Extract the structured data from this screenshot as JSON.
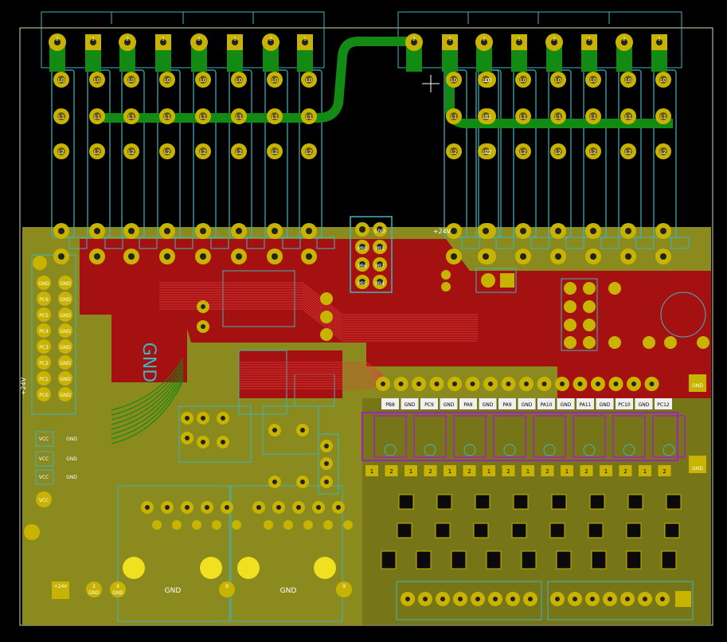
{
  "app": {
    "title": "PCB layout canvas"
  },
  "colors": {
    "background": "#000000",
    "board_edge": "#d8d8b0",
    "copper_fill": "#8a8a1e",
    "copper_front": "#b01212",
    "copper_back": "#138a13",
    "silkscreen": "#3fb6c0",
    "pad_ring": "#c8b400",
    "purple": "#a020c0",
    "yellow_text": "#f0f040"
  },
  "net_labels": {
    "gnd": "GND",
    "vcc": "VCC",
    "v24": "+24V",
    "gnd_big": "GND",
    "pad_1": "1",
    "pad_2": "2",
    "pad_9": "9"
  },
  "pad_labels": {
    "top_l0": "L0",
    "top_l1": "L1",
    "top_l2": "L2"
  },
  "header_labels": [
    "PB0",
    "PB1",
    "PB6",
    "PB7",
    "PB5",
    "PB4"
  ],
  "side_labels": [
    "GND",
    "PC6",
    "PC5",
    "PC4",
    "PC3",
    "PC2",
    "PC1",
    "PC0"
  ],
  "driver_labels": [
    "PB8",
    "GND",
    "PC9",
    "GND",
    "PA8",
    "GND",
    "PA9",
    "GND",
    "PA10",
    "GND",
    "PA11",
    "GND",
    "PC10",
    "GND",
    "PC12"
  ],
  "driver_top_numbers": [
    "1",
    "2",
    "1",
    "2",
    "1",
    "2",
    "1",
    "2",
    "1",
    "2",
    "1",
    "2",
    "1",
    "2",
    "1",
    "2"
  ],
  "bottom_connector_labels": [
    "GND",
    "GND",
    "GND"
  ],
  "cursor": {
    "visible": true
  }
}
